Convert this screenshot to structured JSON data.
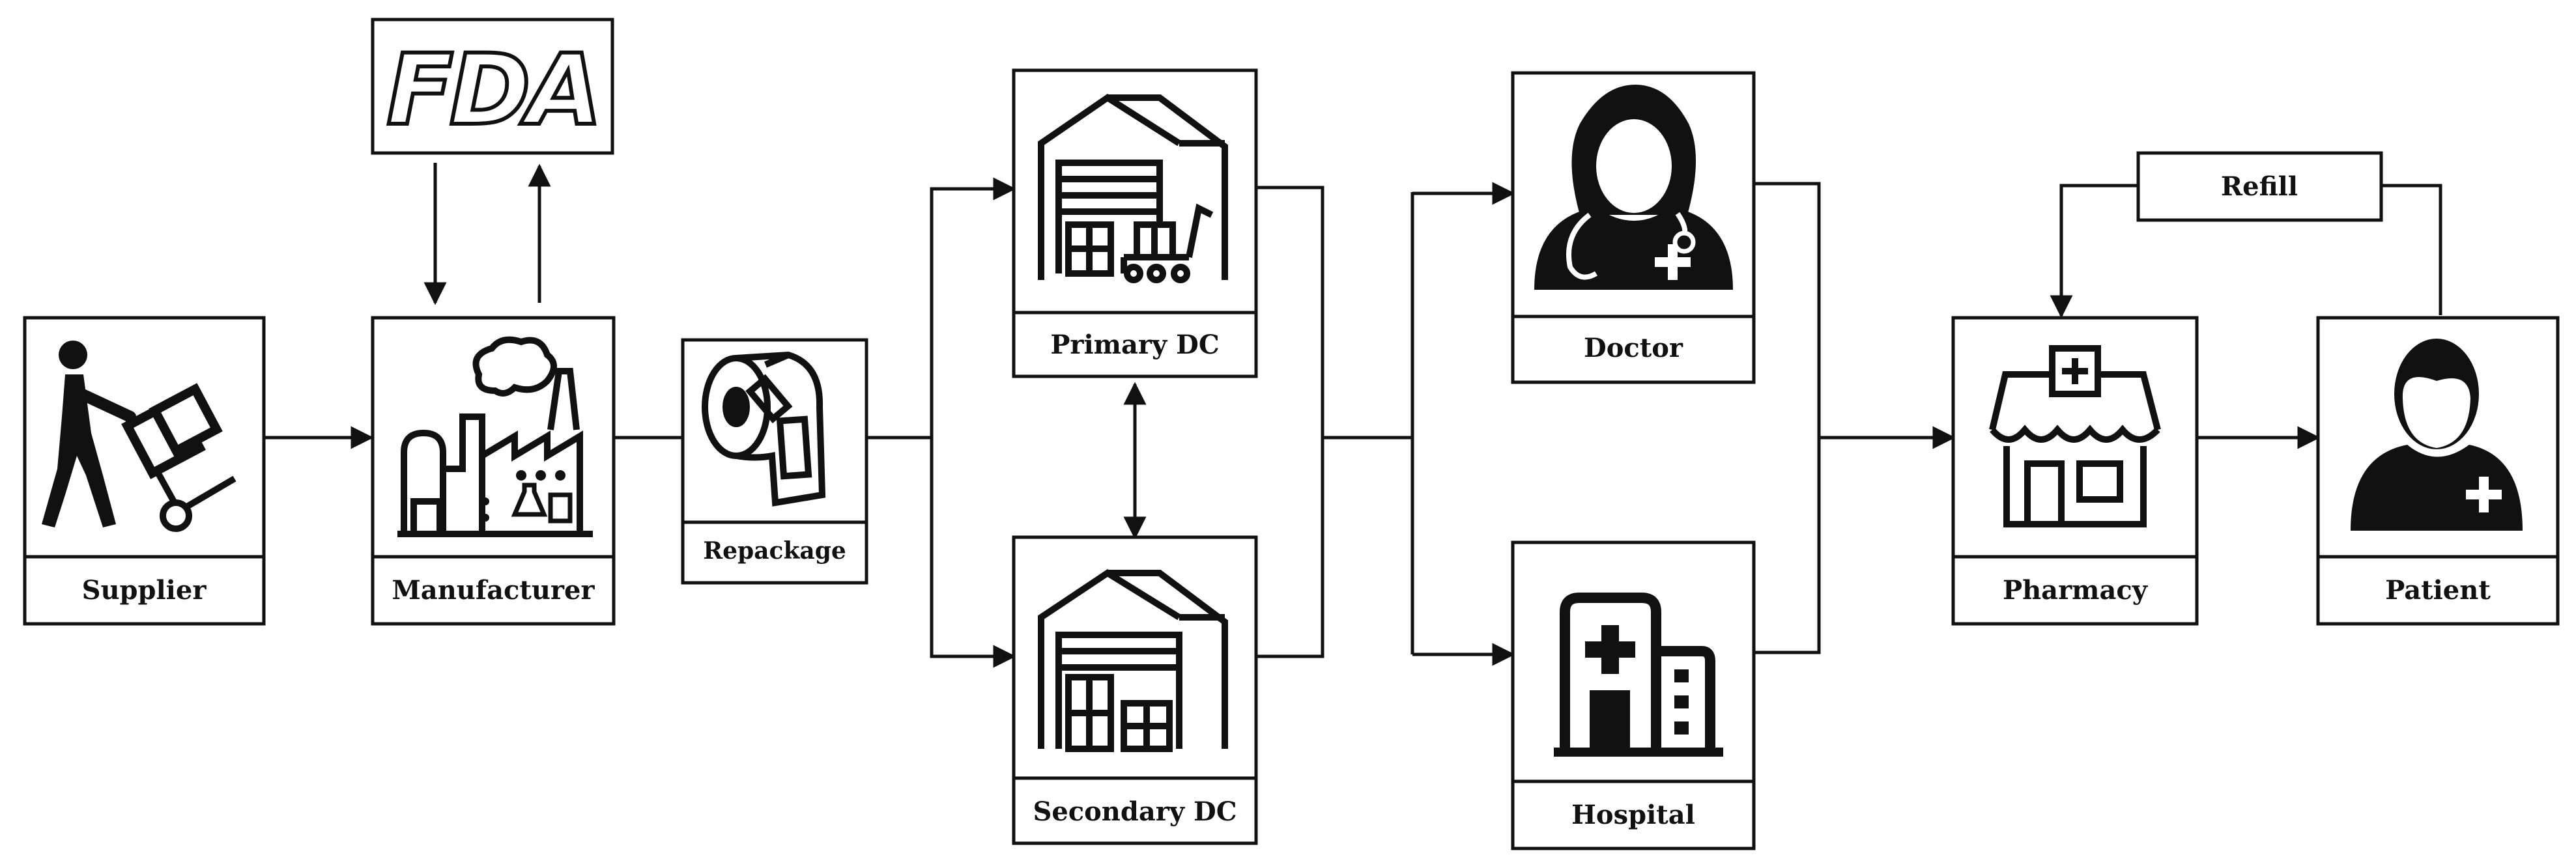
{
  "colors": {
    "stroke": "#111111",
    "background": "#ffffff"
  },
  "fda": {
    "logo_text": "FDA"
  },
  "nodes": {
    "supplier": {
      "label": "Supplier",
      "icon": "worker-hand-truck-icon"
    },
    "manufacturer": {
      "label": "Manufacturer",
      "icon": "factory-icon"
    },
    "repackage": {
      "label": "Repackage",
      "icon": "label-roll-icon"
    },
    "primary_dc": {
      "label": "Primary DC",
      "icon": "warehouse-forklift-icon"
    },
    "secondary_dc": {
      "label": "Secondary DC",
      "icon": "warehouse-icon"
    },
    "doctor": {
      "label": "Doctor",
      "icon": "doctor-icon"
    },
    "hospital": {
      "label": "Hospital",
      "icon": "hospital-icon"
    },
    "pharmacy": {
      "label": "Pharmacy",
      "icon": "pharmacy-store-icon"
    },
    "patient": {
      "label": "Patient",
      "icon": "patient-icon"
    }
  },
  "refill": {
    "label": "Refill"
  }
}
